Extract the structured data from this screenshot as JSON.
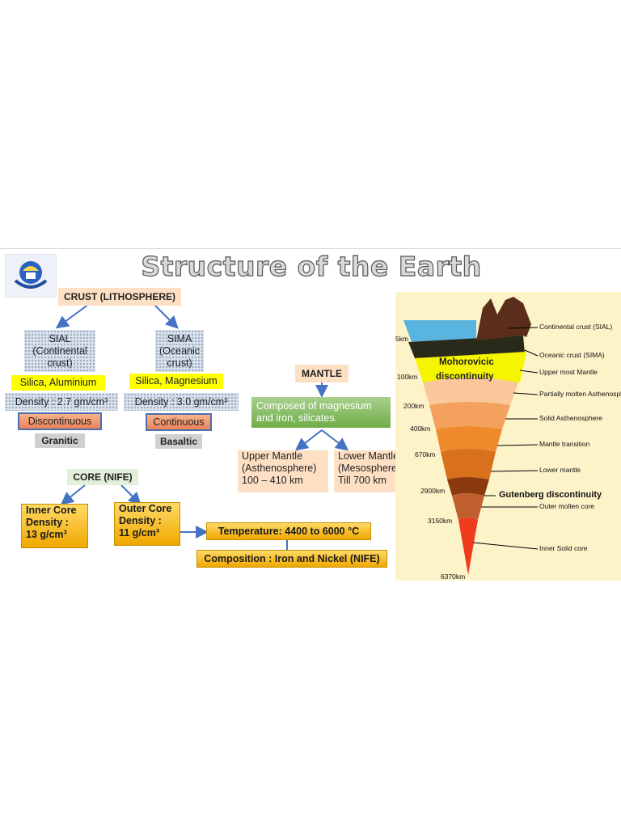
{
  "title": "Structure of the Earth",
  "crust": {
    "header": "CRUST (LITHOSPHERE)",
    "sial": {
      "name": "SIAL",
      "sub": "(Continental crust)",
      "composition": "Silica, Aluminium",
      "density": "Density : 2.7 gm/cm³",
      "continuity": "Discontinuous",
      "rock": "Granitic"
    },
    "sima": {
      "name": "SIMA",
      "sub": "(Oceanic crust)",
      "composition": "Silica, Magnesium",
      "density": "Density : 3.0 gm/cm³",
      "continuity": "Continuous",
      "rock": "Basaltic"
    }
  },
  "mantle": {
    "header": "MANTLE",
    "composition": "Composed of magnesium and iron, silicates.",
    "upper": {
      "line1": "Upper Mantle",
      "line2": "(Asthenosphere)",
      "line3": "100 – 410 km"
    },
    "lower": {
      "line1": "Lower Mantle",
      "line2": "(Mesosphere)",
      "line3": "Till 700 km"
    }
  },
  "core": {
    "header": "CORE (NIFE)",
    "inner": {
      "line1": "Inner Core",
      "line2": "Density :",
      "line3": "13 g/cm³"
    },
    "outer": {
      "line1": "Outer Core",
      "line2": "Density :",
      "line3": "11 g/cm³"
    },
    "temperature": "Temperature: 4400 to 6000 °C",
    "composition": "Composition : Iron and Nickel (NIFE)"
  },
  "cross_section": {
    "in_labels": {
      "moho1": "Mohorovicic",
      "moho2": "discontinuity"
    },
    "depths": [
      "5km",
      "100km",
      "200km",
      "400km",
      "670km",
      "2900km",
      "3150km",
      "6370km"
    ],
    "layers": [
      "Continental crust (SIAL)",
      "Oceanic crust (SIMA)",
      "Upper most Mantle",
      "Partially molten Asthenosphere",
      "Solid Asthenosphere",
      "Mantle transition",
      "Lower mantle",
      "Gutenberg discontinuity",
      "Outer molten core",
      "Inner Solid core"
    ],
    "colors": {
      "crust": "#5ab4e0",
      "sima": "#2a2a1a",
      "moho": "#f5f500",
      "mantle1": "#f9c79a",
      "mantle2": "#f4a15e",
      "mantle3": "#ee8a2c",
      "mantle4": "#d8701c",
      "lower": "#8b3a10",
      "outer": "#c06030",
      "inner": "#ef3b1e"
    }
  }
}
